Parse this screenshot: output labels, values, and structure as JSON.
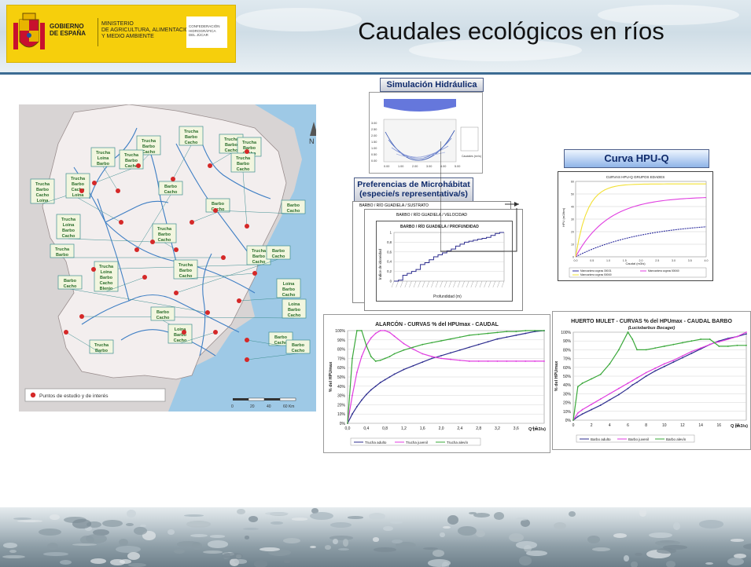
{
  "header": {
    "title": "Caudales ecológicos en ríos",
    "logo": {
      "gobierno_line1": "GOBIERNO",
      "gobierno_line2": "DE ESPAÑA",
      "ministerio_line1": "MINISTERIO",
      "ministerio_line2": "DE AGRICULTURA, ALIMENTACIÓN",
      "ministerio_line3": "Y MEDIO AMBIENTE",
      "confederacion_line1": "CONFEDERACIÓN",
      "confederacion_line2": "HIDROGRÁFICA",
      "confederacion_line3": "DEL JÚCAR"
    }
  },
  "map": {
    "legend": "Puntos de estudio y de interés",
    "north": "N",
    "scale_labels": [
      "0",
      "20",
      "40",
      "60 Km"
    ],
    "species_labels": [
      [
        "Trucha",
        "Barbo",
        "Cacho"
      ],
      [
        "Trucha",
        "Barbo",
        "Cacho"
      ],
      [
        "Trucha",
        "Barbo",
        "Cacho"
      ],
      [
        "Trucha",
        "Barbo",
        "Cacho"
      ],
      [
        "Trucha",
        "Loina",
        "Barbo"
      ],
      [
        "Trucha",
        "Barbo",
        "Cacho"
      ],
      [
        "Trucha",
        "Barbo",
        "Cacho",
        "Loina"
      ],
      [
        "Trucha",
        "Barbo",
        "Cacho",
        "Loina"
      ],
      [
        "Trucha",
        "Loina",
        "Barbo",
        "Cacho"
      ],
      [
        "Barbo",
        "Cacho"
      ],
      [
        "Barbo",
        "Cacho"
      ],
      [
        "Trucha",
        "Barbo",
        "Cacho"
      ],
      [
        "Barbo",
        "Cacho"
      ],
      [
        "Trucha",
        "Barbo",
        "Cacho"
      ],
      [
        "Trucha",
        "Barbo"
      ],
      [
        "Trucha",
        "Barbo",
        "Cacho"
      ],
      [
        "Trucha",
        "Barbo",
        "Cacho"
      ],
      [
        "Trucha",
        "Loina",
        "Barbo",
        "Cacho",
        "Blenio"
      ],
      [
        "Barbo",
        "Cacho"
      ],
      [
        "Barbo",
        "Cacho"
      ],
      [
        "Loina",
        "Barbo",
        "Cacho"
      ],
      [
        "Loina",
        "Barbo",
        "Cacho"
      ],
      [
        "Barbo",
        "Cacho"
      ],
      [
        "Loina",
        "Barbo",
        "Cacho"
      ],
      [
        "Barbo",
        "Cacho"
      ],
      [
        "Trucha",
        "Barbo"
      ],
      [
        "Barbo",
        "Cacho"
      ]
    ],
    "colors": {
      "sea": "#9ec9e6",
      "land": "#f3eeee",
      "outside": "#d8d4d4",
      "river": "#3f7fc4",
      "label_fill": "#f2f6df",
      "label_border": "#3f8f91",
      "point": "#d52828"
    }
  },
  "sim": {
    "title": "Simulación Hidráulica",
    "y_ticks": [
      "3.00",
      "2.50",
      "2.00",
      "1.50",
      "1.00",
      "0.50",
      "0.00"
    ],
    "x_ticks": [
      "0.00",
      "1.00",
      "2.00",
      "3.00",
      "4.00",
      "5.00"
    ],
    "legend_title": "Caudales (m³/s)"
  },
  "micro": {
    "title_line1": "Preferencias de Microhábitat",
    "title_line2": "(especie/s representativa/s)",
    "card1": "BARBO / RÍO GUADIELA / SUSTRATO",
    "card2": "BARBO / RÍO GUADIELA / VELOCIDAD",
    "card3": "BARBO / RÍO GUADIELA / PROFUNDIDAD",
    "ylabel": "Índice de idoneidad",
    "xlabel": "Profundidad (m)",
    "y_ticks": [
      "1",
      "0,8",
      "0,6",
      "0,4",
      "0,2",
      "0"
    ],
    "series": [
      0,
      0.02,
      0.12,
      0.16,
      0.2,
      0.24,
      0.34,
      0.38,
      0.44,
      0.5,
      0.54,
      0.58,
      0.62,
      0.66,
      0.72,
      0.76,
      0.8,
      0.82,
      0.84,
      0.86,
      0.88,
      0.9,
      0.94,
      0.98,
      1.0,
      1.0
    ]
  },
  "hpu": {
    "title": "Curva HPU-Q",
    "chart_title": "CURVAS HPU-Q GRUPOS EDADES",
    "xlabel": "Caudal (m3/s)",
    "ylabel": "HPU (m2/km)",
    "legend": [
      "Mamoarkera cogeas 300/31",
      "Mamoarkera cogeas 500/60",
      "Mamoarkera cogeas 500/60"
    ],
    "colors": [
      "#2a2a9c",
      "#e03ee0",
      "#f2e034"
    ],
    "ylim": [
      0,
      60
    ],
    "xlim": [
      0,
      8
    ],
    "y_ticks": [
      "60",
      "50",
      "40",
      "30",
      "20",
      "10",
      "0"
    ],
    "x_ticks": [
      "0.0",
      "0.5",
      "1.0",
      "1.5",
      "2.0",
      "2.5",
      "3.0",
      "3.5",
      "4.0"
    ]
  },
  "chart_data": [
    {
      "type": "line",
      "title": "ALARCÓN - CURVAS % del HPUmax - CAUDAL",
      "xlabel": "Q (m3/s)",
      "ylabel": "% del HPUmax",
      "xlim": [
        0,
        4.2
      ],
      "ylim": [
        0,
        100
      ],
      "x_ticks": [
        "0,0",
        "0,4",
        "0,8",
        "1,2",
        "1,6",
        "2,0",
        "2,4",
        "2,8",
        "3,2",
        "3,6",
        "4,0"
      ],
      "y_ticks": [
        "100%",
        "90%",
        "80%",
        "70%",
        "60%",
        "50%",
        "40%",
        "30%",
        "20%",
        "10%",
        "0%"
      ],
      "x": [
        0,
        0.1,
        0.2,
        0.3,
        0.4,
        0.5,
        0.6,
        0.7,
        0.8,
        0.9,
        1.0,
        1.2,
        1.4,
        1.6,
        1.8,
        2.0,
        2.2,
        2.4,
        2.6,
        2.8,
        3.0,
        3.2,
        3.4,
        3.6,
        3.8,
        4.0,
        4.2
      ],
      "series": [
        {
          "name": "Trucha adulto",
          "color": "#2d2d8f",
          "values": [
            0,
            10,
            18,
            25,
            31,
            36,
            40,
            44,
            47,
            50,
            53,
            58,
            62,
            66,
            70,
            73,
            76,
            79,
            82,
            85,
            88,
            91,
            93,
            95,
            97,
            99,
            100
          ]
        },
        {
          "name": "Trucha juvenil",
          "color": "#e03ee0",
          "values": [
            0,
            30,
            55,
            72,
            84,
            92,
            97,
            100,
            100,
            98,
            94,
            86,
            80,
            75,
            72,
            70,
            69,
            68,
            67,
            67,
            67,
            67,
            67,
            67,
            67,
            67,
            67
          ]
        },
        {
          "name": "Trucha alevín",
          "color": "#3aa83a",
          "values": [
            0,
            70,
            100,
            100,
            84,
            72,
            67,
            68,
            70,
            72,
            75,
            79,
            82,
            85,
            87,
            89,
            91,
            93,
            95,
            96,
            97,
            98,
            99,
            99,
            100,
            100,
            100
          ]
        }
      ]
    },
    {
      "type": "line",
      "title": "HUERTO MULET - CURVAS % del HPUmax - CAUDAL BARBO",
      "subtitle": "(Luciobarbus Bocagei)",
      "xlabel": "Q (m3/s)",
      "ylabel": "% del HPUmax",
      "xlim": [
        0,
        19
      ],
      "ylim": [
        0,
        100
      ],
      "x_ticks": [
        "0",
        "2",
        "4",
        "6",
        "8",
        "10",
        "12",
        "14",
        "16",
        "18"
      ],
      "y_ticks": [
        "100%",
        "90%",
        "80%",
        "70%",
        "60%",
        "50%",
        "40%",
        "30%",
        "20%",
        "10%",
        "0%"
      ],
      "x": [
        0,
        0.5,
        1,
        2,
        3,
        4,
        5,
        6,
        6.5,
        7,
        8,
        9,
        10,
        11,
        12,
        13,
        14,
        15,
        15.5,
        16,
        17,
        18,
        19
      ],
      "series": [
        {
          "name": "Barbo adulto",
          "color": "#2d2d8f",
          "values": [
            0,
            4,
            7,
            12,
            17,
            23,
            29,
            36,
            40,
            43,
            50,
            56,
            61,
            66,
            71,
            76,
            81,
            86,
            88,
            90,
            93,
            95,
            98
          ]
        },
        {
          "name": "Barbo juvenil",
          "color": "#e03ee0",
          "values": [
            0,
            8,
            12,
            18,
            24,
            30,
            36,
            42,
            45,
            48,
            54,
            59,
            64,
            68,
            73,
            78,
            82,
            86,
            88,
            89,
            92,
            95,
            100
          ]
        },
        {
          "name": "Barbo alevín",
          "color": "#3aa83a",
          "values": [
            0,
            38,
            42,
            47,
            52,
            64,
            80,
            100,
            92,
            80,
            80,
            82,
            84,
            86,
            88,
            90,
            92,
            92,
            88,
            84,
            84,
            85,
            85
          ]
        }
      ]
    }
  ]
}
